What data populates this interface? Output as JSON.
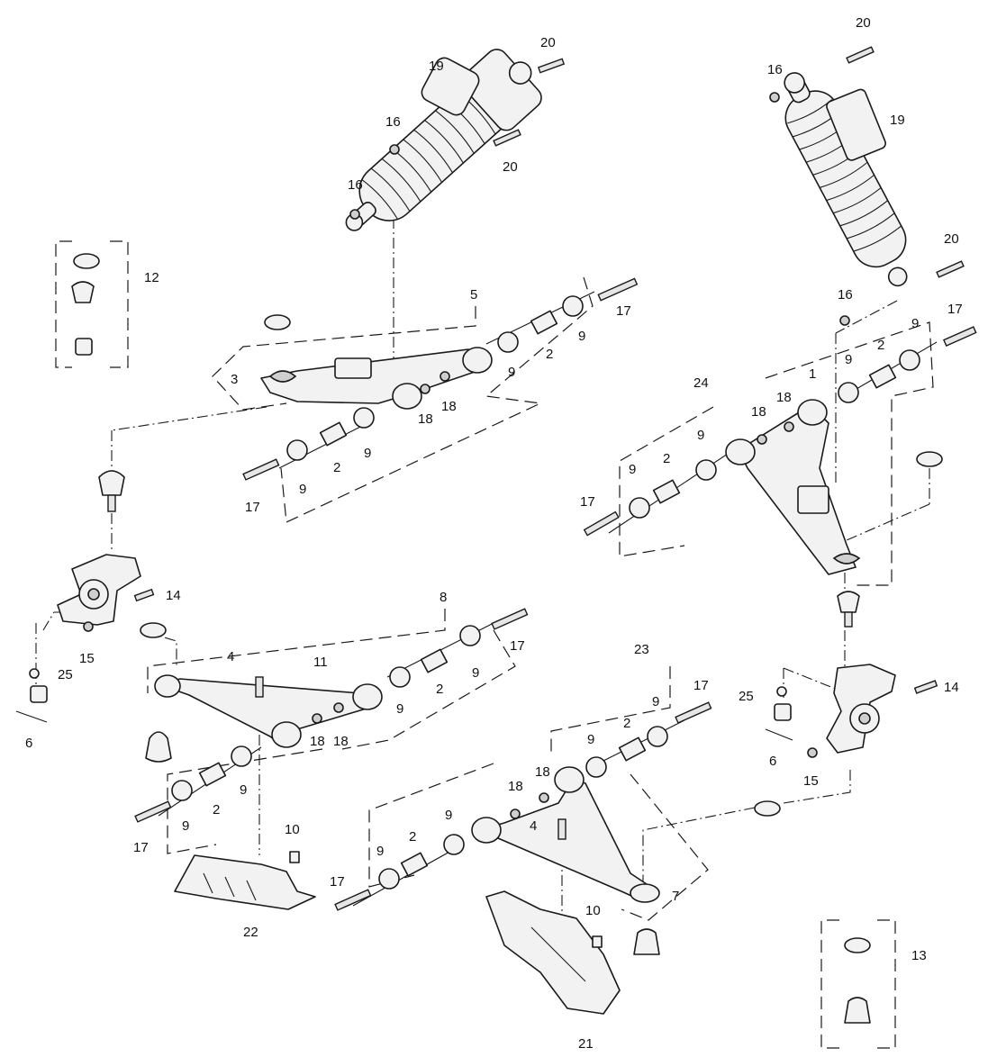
{
  "diagram": {
    "type": "exploded-parts-view",
    "callouts": [
      {
        "id": "c20a",
        "label": "20"
      },
      {
        "id": "c19a",
        "label": "19"
      },
      {
        "id": "c16a",
        "label": "16"
      },
      {
        "id": "c20b",
        "label": "20"
      },
      {
        "id": "c16b",
        "label": "16"
      },
      {
        "id": "c20c",
        "label": "20"
      },
      {
        "id": "c16c",
        "label": "16"
      },
      {
        "id": "c19b",
        "label": "19"
      },
      {
        "id": "c20d",
        "label": "20"
      },
      {
        "id": "c16d",
        "label": "16"
      },
      {
        "id": "c12",
        "label": "12"
      },
      {
        "id": "c5",
        "label": "5"
      },
      {
        "id": "c17a",
        "label": "17"
      },
      {
        "id": "c9a",
        "label": "9"
      },
      {
        "id": "c2a",
        "label": "2"
      },
      {
        "id": "c9b",
        "label": "9"
      },
      {
        "id": "c3",
        "label": "3"
      },
      {
        "id": "c18a",
        "label": "18"
      },
      {
        "id": "c18b",
        "label": "18"
      },
      {
        "id": "c9c",
        "label": "9"
      },
      {
        "id": "c2b",
        "label": "2"
      },
      {
        "id": "c9d",
        "label": "9"
      },
      {
        "id": "c17b",
        "label": "17"
      },
      {
        "id": "c17c",
        "label": "17"
      },
      {
        "id": "c9e",
        "label": "9"
      },
      {
        "id": "c2c",
        "label": "2"
      },
      {
        "id": "c9f",
        "label": "9"
      },
      {
        "id": "c1",
        "label": "1"
      },
      {
        "id": "c24",
        "label": "24"
      },
      {
        "id": "c18c",
        "label": "18"
      },
      {
        "id": "c18d",
        "label": "18"
      },
      {
        "id": "c9g",
        "label": "9"
      },
      {
        "id": "c2d",
        "label": "2"
      },
      {
        "id": "c9h",
        "label": "9"
      },
      {
        "id": "c17d",
        "label": "17"
      },
      {
        "id": "c14a",
        "label": "14"
      },
      {
        "id": "c15a",
        "label": "15"
      },
      {
        "id": "c25a",
        "label": "25"
      },
      {
        "id": "c6a",
        "label": "6"
      },
      {
        "id": "c8",
        "label": "8"
      },
      {
        "id": "c17e",
        "label": "17"
      },
      {
        "id": "c4a",
        "label": "4"
      },
      {
        "id": "c11",
        "label": "11"
      },
      {
        "id": "c9i",
        "label": "9"
      },
      {
        "id": "c2e",
        "label": "2"
      },
      {
        "id": "c9j",
        "label": "9"
      },
      {
        "id": "c18e",
        "label": "18"
      },
      {
        "id": "c18f",
        "label": "18"
      },
      {
        "id": "c9k",
        "label": "9"
      },
      {
        "id": "c2f",
        "label": "2"
      },
      {
        "id": "c9l",
        "label": "9"
      },
      {
        "id": "c17f",
        "label": "17"
      },
      {
        "id": "c10a",
        "label": "10"
      },
      {
        "id": "c22",
        "label": "22"
      },
      {
        "id": "c23",
        "label": "23"
      },
      {
        "id": "c17g",
        "label": "17"
      },
      {
        "id": "c9m",
        "label": "9"
      },
      {
        "id": "c2g",
        "label": "2"
      },
      {
        "id": "c9n",
        "label": "9"
      },
      {
        "id": "c18g",
        "label": "18"
      },
      {
        "id": "c18h",
        "label": "18"
      },
      {
        "id": "c4b",
        "label": "4"
      },
      {
        "id": "c9o",
        "label": "9"
      },
      {
        "id": "c2h",
        "label": "2"
      },
      {
        "id": "c9p",
        "label": "9"
      },
      {
        "id": "c17h",
        "label": "17"
      },
      {
        "id": "c7",
        "label": "7"
      },
      {
        "id": "c10b",
        "label": "10"
      },
      {
        "id": "c21",
        "label": "21"
      },
      {
        "id": "c25b",
        "label": "25"
      },
      {
        "id": "c14b",
        "label": "14"
      },
      {
        "id": "c6b",
        "label": "6"
      },
      {
        "id": "c15b",
        "label": "15"
      },
      {
        "id": "c13",
        "label": "13"
      }
    ]
  }
}
